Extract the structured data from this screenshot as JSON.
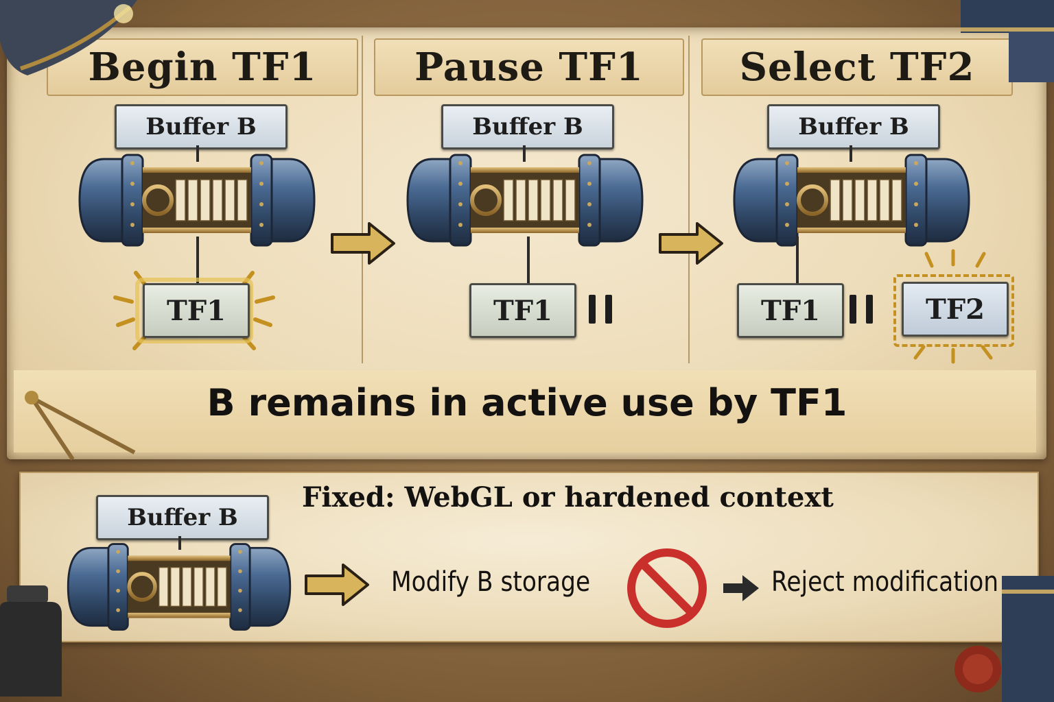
{
  "steps": [
    {
      "title": "Begin TF1",
      "buffer_label": "Buffer B",
      "tf_label": "TF1"
    },
    {
      "title": "Pause TF1",
      "buffer_label": "Buffer B",
      "tf_label": "TF1"
    },
    {
      "title": "Select TF2",
      "buffer_label": "Buffer B",
      "tf_label": "TF1",
      "tf2_label": "TF2"
    }
  ],
  "banner": "B remains in active use by TF1",
  "fix": {
    "title": "Fixed: WebGL or hardened context",
    "buffer_label": "Buffer B",
    "action": "Modify B storage",
    "result": "Reject modification"
  },
  "colors": {
    "arrow": "#d8b55c",
    "highlight": "#c4901f",
    "forbidden": "#c9302c",
    "tank_metal": "#4a6a93"
  },
  "icons": [
    "right-arrow-icon",
    "pause-icon",
    "no-entry-icon",
    "small-arrow-icon"
  ]
}
